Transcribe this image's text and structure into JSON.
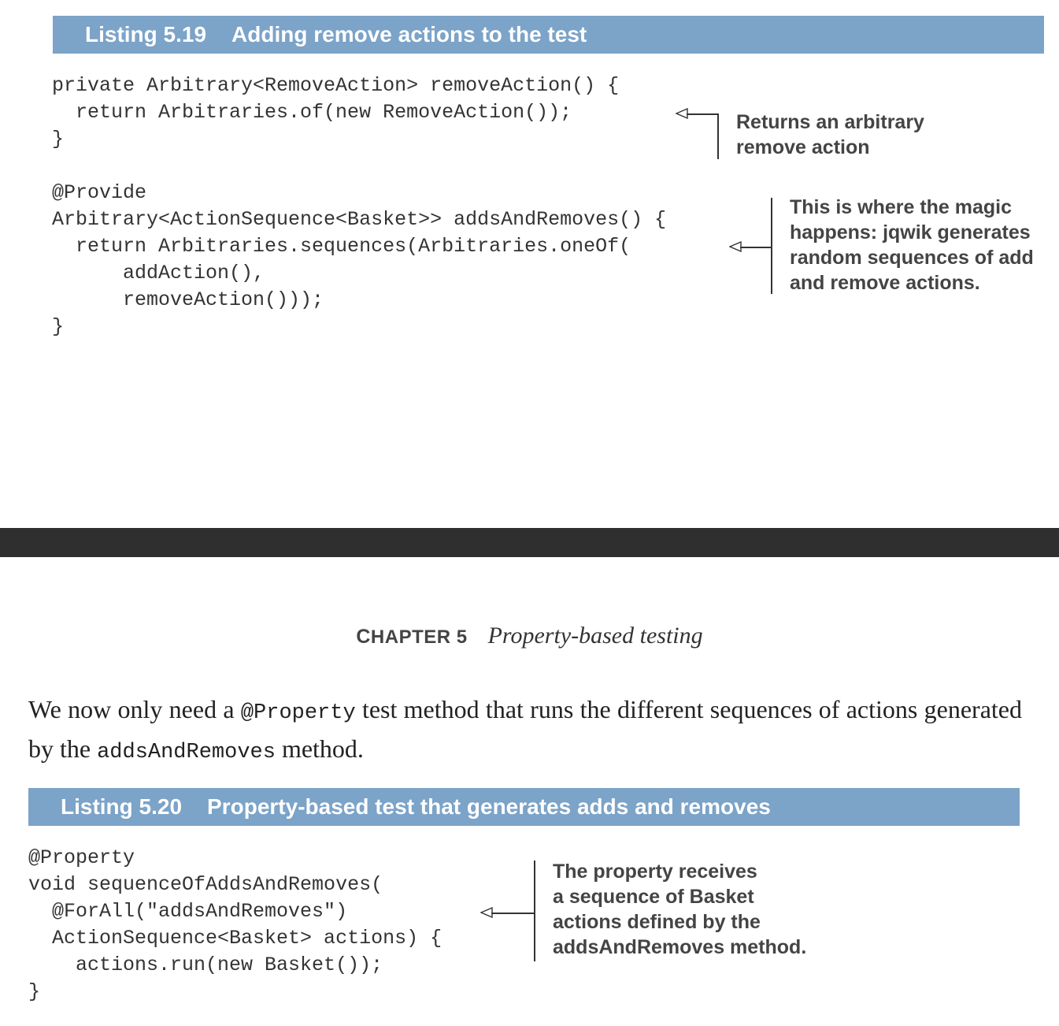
{
  "listing_519": {
    "number": "Listing 5.19",
    "title": "Adding remove actions to the test",
    "code": "private Arbitrary<RemoveAction> removeAction() {\n  return Arbitraries.of(new RemoveAction());\n}\n\n@Provide\nArbitrary<ActionSequence<Basket>> addsAndRemoves() {\n  return Arbitraries.sequences(Arbitraries.oneOf(\n      addAction(),\n      removeAction()));\n}",
    "annotation_1": "Returns an arbitrary\nremove action",
    "annotation_2": "This is where the magic\nhappens: jqwik generates\nrandom sequences of add\nand remove actions."
  },
  "running_head": {
    "chapter_first": "C",
    "chapter_rest": "HAPTER 5",
    "title": "Property-based testing"
  },
  "paragraph": {
    "before": "We now only need a ",
    "code1": "@Property",
    "middle": " test method that runs the different sequences of actions generated by the ",
    "code2": "addsAndRemoves",
    "after": " method."
  },
  "listing_520": {
    "number": "Listing 5.20",
    "title": "Property-based test that generates adds and removes",
    "code": "@Property\nvoid sequenceOfAddsAndRemoves(\n  @ForAll(\"addsAndRemoves\")\n  ActionSequence<Basket> actions) {\n    actions.run(new Basket());\n}",
    "annotation_1": "The property receives\na sequence of Basket\nactions defined by the\naddsAndRemoves method."
  }
}
